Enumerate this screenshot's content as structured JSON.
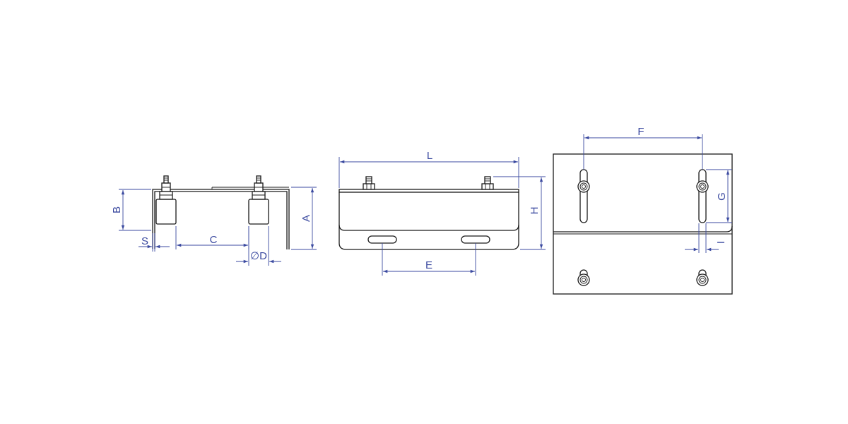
{
  "colors": {
    "line": "#1a1a1a",
    "dimension": "#3b4aa0",
    "background": "#ffffff"
  },
  "labels": {
    "A": "A",
    "B": "B",
    "C": "C",
    "D": "D",
    "diameter_symbol": "∅",
    "S": "S",
    "L": "L",
    "H": "H",
    "E": "E",
    "F": "F",
    "G": "G",
    "I": "I"
  }
}
